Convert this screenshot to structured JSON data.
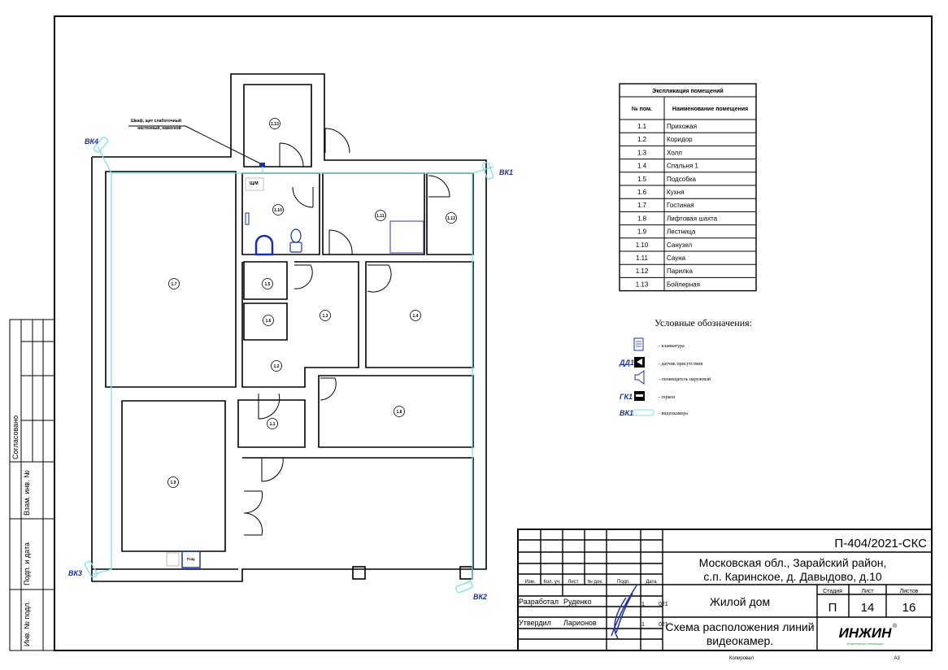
{
  "sheet": {
    "annotation_line1": "Шкаф, щит слаботочный",
    "annotation_line2": "настенный, навесной",
    "panel_label": "Щ/М",
    "kitchen_panel_label": "П.Щ.",
    "cameras": [
      "ВК1",
      "ВК2",
      "ВК3",
      "ВК4"
    ],
    "rooms": [
      "1.1",
      "1.2",
      "1.3",
      "1.4",
      "1.5",
      "1.6",
      "1.7",
      "1.8",
      "1.9",
      "1.10",
      "1.11",
      "1.12",
      "1.13"
    ]
  },
  "explication": {
    "title": "Экспликация помещений",
    "col_num": "№ пом.",
    "col_name": "Наименование помещения",
    "rows": [
      {
        "num": "1.1",
        "name": "Прихожая"
      },
      {
        "num": "1.2",
        "name": "Коридор"
      },
      {
        "num": "1.3",
        "name": "Холл"
      },
      {
        "num": "1.4",
        "name": "Спальня 1"
      },
      {
        "num": "1.5",
        "name": "Подсобка"
      },
      {
        "num": "1.6",
        "name": "Кухня"
      },
      {
        "num": "1.7",
        "name": "Гостиная"
      },
      {
        "num": "1.8",
        "name": "Лифтовая шахта"
      },
      {
        "num": "1.9",
        "name": "Лестница"
      },
      {
        "num": "1.10",
        "name": "Санузел"
      },
      {
        "num": "1.11",
        "name": "Сауна"
      },
      {
        "num": "1.12",
        "name": "Парилка"
      },
      {
        "num": "1.13",
        "name": "Бойлерная"
      }
    ]
  },
  "legend": {
    "title": "Условные обозначения:",
    "items": [
      {
        "tag": "",
        "text": "- клавиатура"
      },
      {
        "tag": "ДД1",
        "text": "- датчик присутствия"
      },
      {
        "tag": "",
        "text": "- оповещатель наружный"
      },
      {
        "tag": "ГК1",
        "text": "- геркон"
      },
      {
        "tag": "ВК1",
        "text": "- видеокамера"
      }
    ]
  },
  "stamp_left": {
    "agreed": "Согласовано",
    "inv_replace": "Взам. инв. №",
    "sign_date": "Подп. и дата",
    "inv_orig": "Инв. № подл."
  },
  "title_block": {
    "code": "П-404/2021-СКС",
    "address_line1": "Московская обл., Зарайский район,",
    "address_line2": "с.п. Каринское, д. Давыдово, д.10",
    "object": "Жилой дом",
    "sheet_title_line1": "Схема расположения линий",
    "sheet_title_line2": "видеокамер.",
    "headers": [
      "Изм.",
      "Кол. уч.",
      "Лист",
      "№ док.",
      "Подп.",
      "Дата"
    ],
    "developed_label": "Разработал",
    "developed_name": "Руденко",
    "approved_label": "Утвердил",
    "approved_name": "Ларионов",
    "date_frag1": "1",
    "date_frag2": "021",
    "stage_label": "Стадия",
    "sheet_label": "Лист",
    "sheets_label": "Листов",
    "stage": "П",
    "sheet": "14",
    "sheets": "16",
    "logo": "ИНЖИН",
    "logo_sub": "Инженерные инновации",
    "copied": "Копировал",
    "format": "А3"
  }
}
